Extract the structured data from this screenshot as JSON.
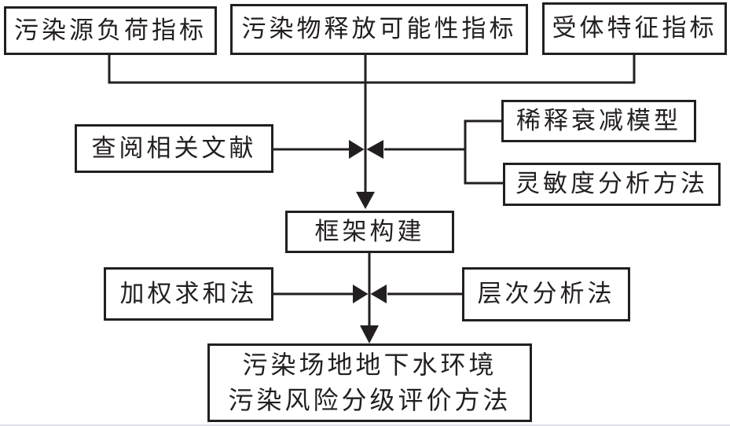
{
  "canvas": {
    "background_color": "#ffffff",
    "line_color": "#231f20"
  },
  "nodes": {
    "source_load_index": {
      "label": "污染源负荷指标"
    },
    "release_possibility_index": {
      "label": "污染物释放可能性指标"
    },
    "receptor_characteristic_index": {
      "label": "受体特征指标"
    },
    "review_literature": {
      "label": "查阅相关文献"
    },
    "dilution_attenuation_model": {
      "label": "稀释衰减模型"
    },
    "sensitivity_analysis_method": {
      "label": "灵敏度分析方法"
    },
    "framework_construction": {
      "label": "框架构建"
    },
    "weighted_sum_method": {
      "label": "加权求和法"
    },
    "analytic_hierarchy_process": {
      "label": "层次分析法"
    },
    "final_method": {
      "label_line1": "污染场地地下水环境",
      "label_line2": "污染风险分级评价方法"
    }
  }
}
